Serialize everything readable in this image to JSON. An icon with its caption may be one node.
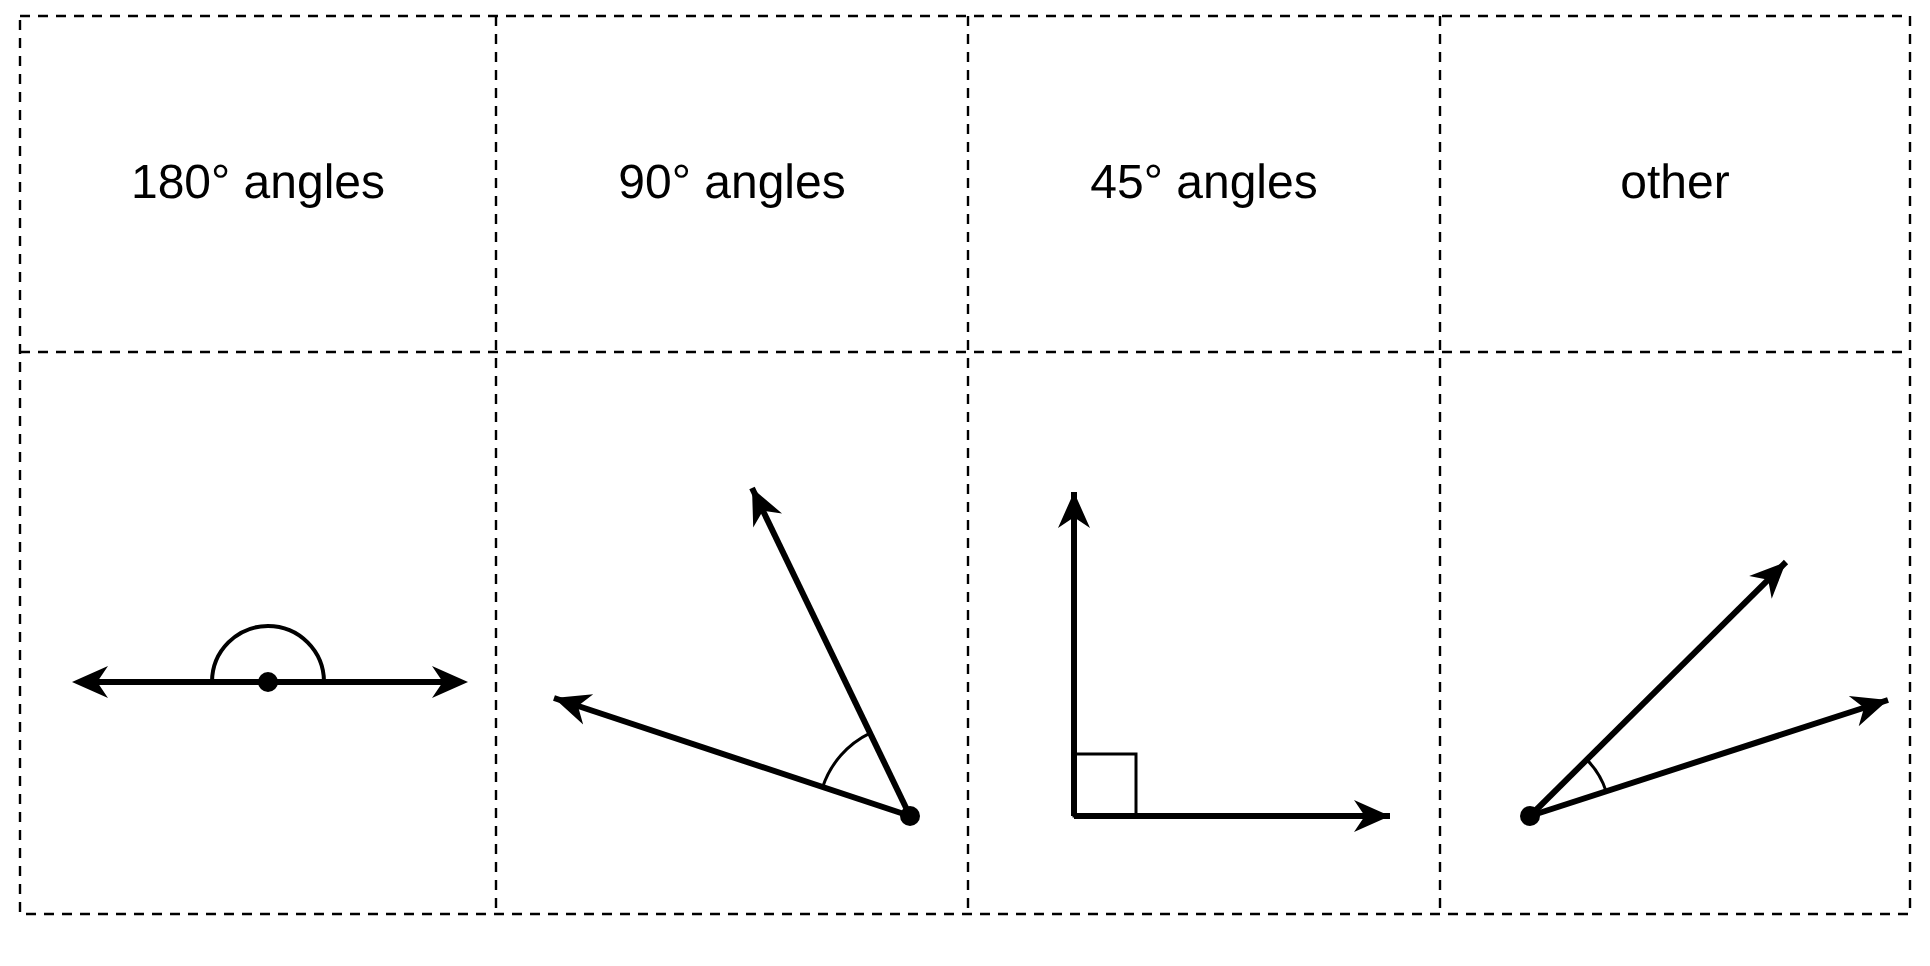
{
  "diagram": {
    "labels": [
      "180° angles",
      "90° angles",
      "45° angles",
      "other"
    ]
  }
}
